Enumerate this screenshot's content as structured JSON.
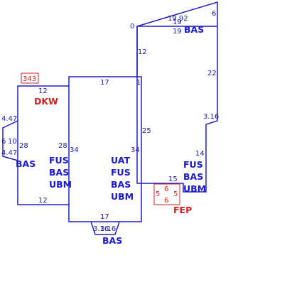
{
  "dimensions": {
    "top_right_6": "6",
    "top_1992": "19.92",
    "top_19a": "19",
    "top_19b": "19",
    "zero": "0",
    "left_12_upper": "12",
    "right_22": "22",
    "right_316": "3.16",
    "right_14": "14",
    "bottom_15": "15",
    "center_25": "25",
    "center_17_top": "17",
    "center_1": "1",
    "center_34_left": "34",
    "center_34_right": "34",
    "center_17_bottom": "17",
    "bottom_tab": "3.16",
    "bottom_tab_b": "3.16",
    "left_top_12": "12",
    "left_bottom_12": "12",
    "left_28_a": "28",
    "left_28_b": "28",
    "notch_447_top": "4.47",
    "notch_447_bottom": "4.47",
    "notch_6": "6",
    "notch_10": "10",
    "dkw_box_value": "343",
    "fep_5_left": "5",
    "fep_6_top": "6",
    "fep_5_right": "5",
    "fep_6_bottom": "6"
  },
  "labels": {
    "right_room": {
      "a": "BAS",
      "b": "FUS",
      "c": "BAS",
      "d": "UBM"
    },
    "center_room": {
      "a": "UAT",
      "b": "FUS",
      "c": "BAS",
      "d": "UBM"
    },
    "left_room": {
      "a": "FUS",
      "b": "BAS",
      "c": "UBM"
    },
    "notch_bas": "BAS",
    "bottom_bas": "BAS",
    "dkw": "DKW",
    "fep": "FEP"
  }
}
